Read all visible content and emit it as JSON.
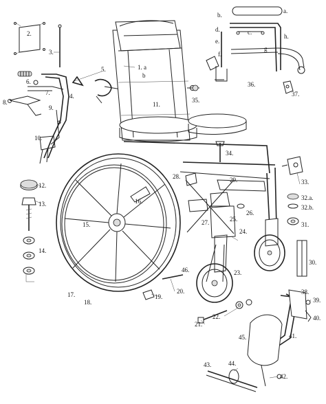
{
  "labels": {
    "l2": "2.",
    "l3": "3.",
    "l4": "4.",
    "l5": "5.",
    "l6": "6.",
    "l7": "7.",
    "l8": "8.",
    "l9": "9.",
    "l10": "10.",
    "l11": "11.",
    "l12": "12.",
    "l13": "13.",
    "l14": "14.",
    "l15": "15.",
    "l16": "16.",
    "l17": "17.",
    "l18": "18.",
    "l19": "19.",
    "l20": "20.",
    "l21": "21.",
    "l22": "22.",
    "l23": "23.",
    "l24": "24.",
    "l25": "25.",
    "l26": "26.",
    "l27": "27.",
    "l28": "28.",
    "l29": "29.",
    "l30": "30.",
    "l31": "31.",
    "l32a": "32.a.",
    "l32b": "32.b.",
    "l33": "33.",
    "l34": "34.",
    "l35": "35.",
    "l36": "36.",
    "l37": "37.",
    "l38": "38.",
    "l39": "39.",
    "l40": "40.",
    "l41": "41.",
    "l42": "42.",
    "l43": "43.",
    "l44": "44.",
    "l45": "45.",
    "l46": "46.",
    "l1a": "1. a",
    "l1b": "b",
    "la": "a.",
    "lb": "b.",
    "lc": "c.",
    "ld": "d.",
    "le": "e.",
    "lf": "f.",
    "lg": "g",
    "lh": "h."
  }
}
